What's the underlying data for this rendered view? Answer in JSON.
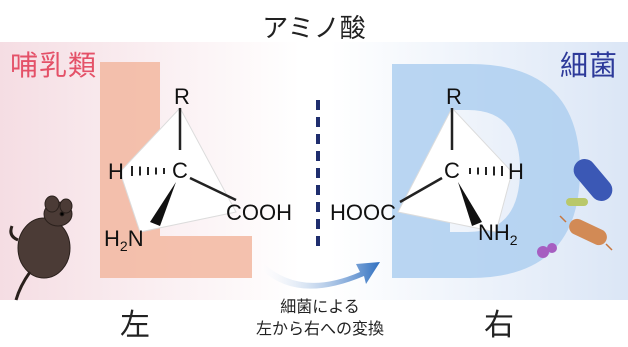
{
  "title": "アミノ酸",
  "left_group": "哺乳類",
  "right_group": "細菌",
  "left_direction": "左",
  "right_direction": "右",
  "conversion_line1": "細菌による",
  "conversion_line2": "左から右への変換",
  "left_letter": "L",
  "right_letter": "D",
  "left_molecule": {
    "r": "R",
    "c": "C",
    "h": "H",
    "h2n": "H",
    "h2n_sub": "2",
    "h2n_n": "N",
    "cooh": "COOH"
  },
  "right_molecule": {
    "r": "R",
    "c": "C",
    "h": "H",
    "hooc": "HOOC",
    "nh": "NH",
    "nh_sub": "2"
  },
  "colors": {
    "mammal_accent": "#e45168",
    "bacteria_accent": "#2d3a9a",
    "L_letter": "#f2b7a0",
    "D_letter": "#aecff0",
    "divider": "#1f2e6e",
    "arrow": "#2f6fc0"
  },
  "icons": [
    "mouse-icon",
    "bacteria-icon",
    "conversion-arrow-icon"
  ]
}
